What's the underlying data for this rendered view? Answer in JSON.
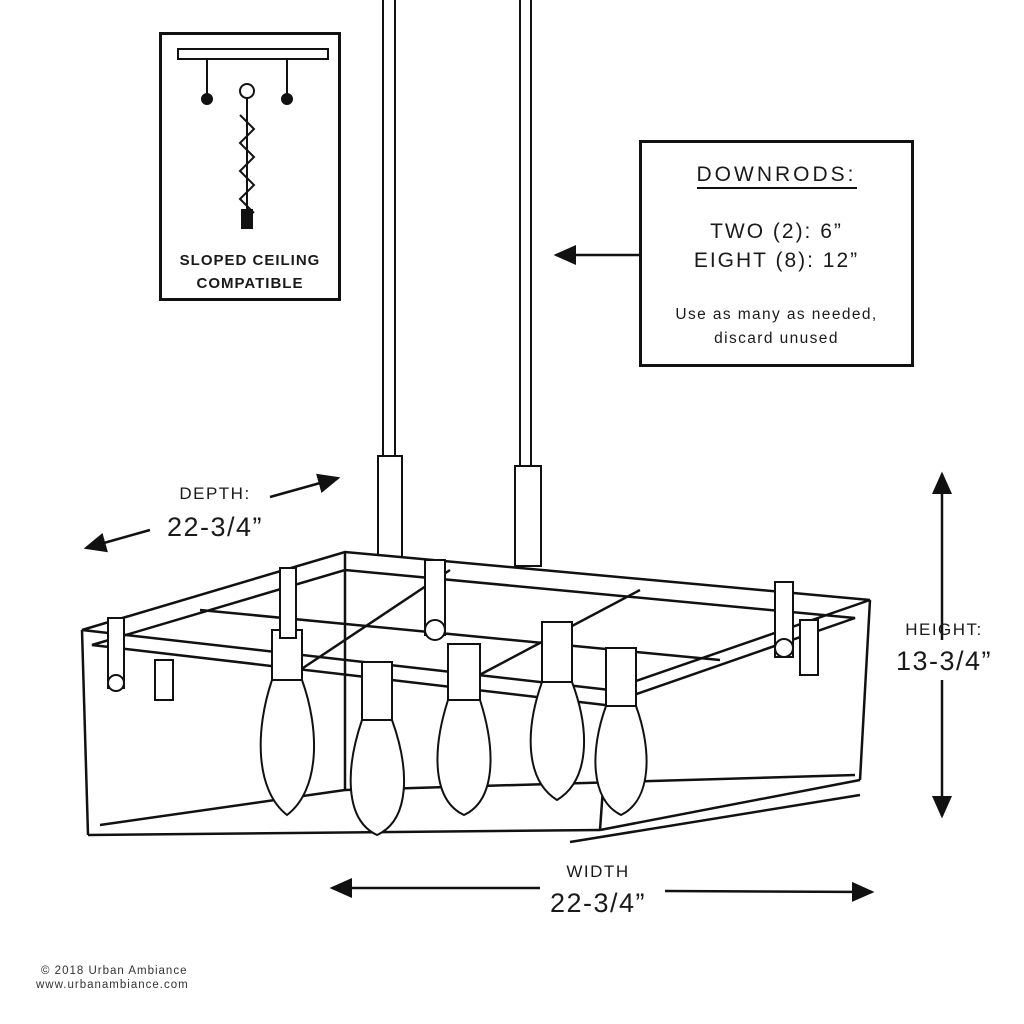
{
  "sloped_ceiling": {
    "line1": "SLOPED CEILING",
    "line2": "COMPATIBLE"
  },
  "downrods": {
    "title": "DOWNRODS:",
    "two": "TWO (2): 6”",
    "eight": "EIGHT (8): 12”",
    "note1": "Use as many as needed,",
    "note2": "discard unused"
  },
  "depth": {
    "label": "DEPTH:",
    "value": "22-3/4”"
  },
  "height": {
    "label": "HEIGHT:",
    "value": "13-3/4”"
  },
  "width": {
    "label": "WIDTH",
    "value": "22-3/4”"
  },
  "footer": {
    "copyright": "© 2018 Urban Ambiance",
    "url": "www.urbanambiance.com"
  }
}
